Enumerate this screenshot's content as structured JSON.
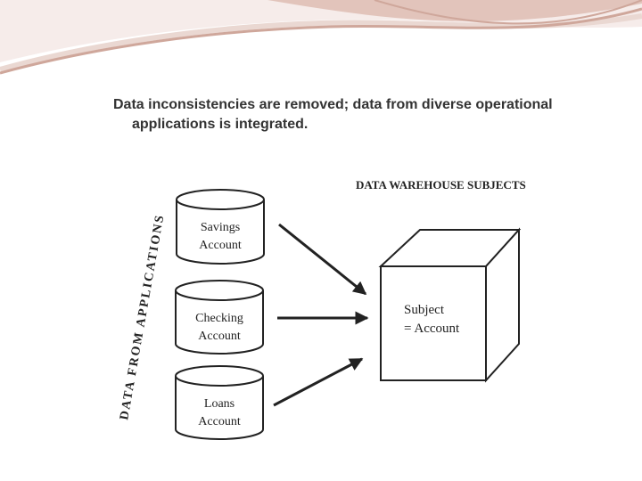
{
  "caption": {
    "line1": "Data inconsistencies are removed; data from diverse operational",
    "line2": "applications is integrated."
  },
  "side_label": "DATA FROM APPLICATIONS",
  "warehouse_heading": "DATA WAREHOUSE SUBJECTS",
  "sources": [
    {
      "line1": "Savings",
      "line2": "Account"
    },
    {
      "line1": "Checking",
      "line2": "Account"
    },
    {
      "line1": "Loans",
      "line2": "Account"
    }
  ],
  "subject": {
    "line1": "Subject",
    "line2": "= Account"
  },
  "colors": {
    "swoosh_primary": "#cfa79b",
    "swoosh_light": "#ead8d2",
    "ink": "#222222"
  }
}
